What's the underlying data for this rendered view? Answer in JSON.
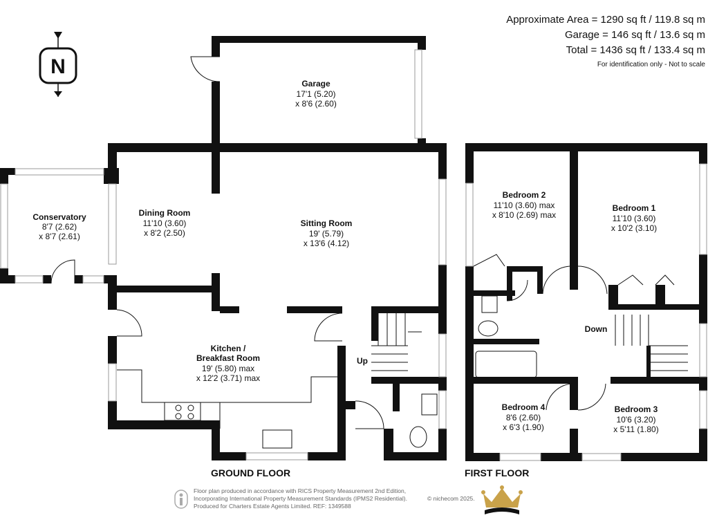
{
  "area": {
    "line1": "Approximate Area = 1290 sq ft / 119.8 sq m",
    "line2": "Garage = 146 sq ft / 13.6 sq m",
    "line3": "Total = 1436 sq ft / 133.4 sq m",
    "note": "For identification only - Not to scale"
  },
  "compass": {
    "letter": "N",
    "icon": "north-arrow-icon"
  },
  "floors": {
    "ground": "GROUND FLOOR",
    "first": "FIRST FLOOR"
  },
  "rooms": {
    "garage": {
      "name": "Garage",
      "l1": "17'1 (5.20)",
      "l2": "x 8'6 (2.60)"
    },
    "conservatory": {
      "name": "Conservatory",
      "l1": "8'7 (2.62)",
      "l2": "x 8'7 (2.61)"
    },
    "dining": {
      "name": "Dining Room",
      "l1": "11'10 (3.60)",
      "l2": "x 8'2 (2.50)"
    },
    "sitting": {
      "name": "Sitting Room",
      "l1": "19' (5.79)",
      "l2": "x 13'6 (4.12)"
    },
    "kitchen": {
      "name": "Kitchen /",
      "name2": "Breakfast Room",
      "l1": "19' (5.80) max",
      "l2": "x 12'2 (3.71) max"
    },
    "bed2": {
      "name": "Bedroom 2",
      "l1": "11'10 (3.60) max",
      "l2": "x 8'10 (2.69) max"
    },
    "bed1": {
      "name": "Bedroom 1",
      "l1": "11'10 (3.60)",
      "l2": "x 10'2 (3.10)"
    },
    "bed4": {
      "name": "Bedroom 4",
      "l1": "8'6 (2.60)",
      "l2": "x 6'3 (1.90)"
    },
    "bed3": {
      "name": "Bedroom 3",
      "l1": "10'6 (3.20)",
      "l2": "x 5'11 (1.80)"
    }
  },
  "stairs": {
    "up": "Up",
    "down": "Down"
  },
  "footer": {
    "line1": "Floor plan produced in accordance with RICS Property Measurement 2nd Edition,",
    "line2": "Incorporating International Property Measurement Standards (IPMS2 Residential).",
    "line3": "Produced for Charters Estate Agents Limited.   REF: 1349588",
    "copyright": "© nichecom 2025.",
    "logo": "crown-logo-icon"
  },
  "colors": {
    "wall": "#111111",
    "window": "#bbbbbb",
    "crown": "#c9a24a",
    "crown_base": "#111111"
  }
}
